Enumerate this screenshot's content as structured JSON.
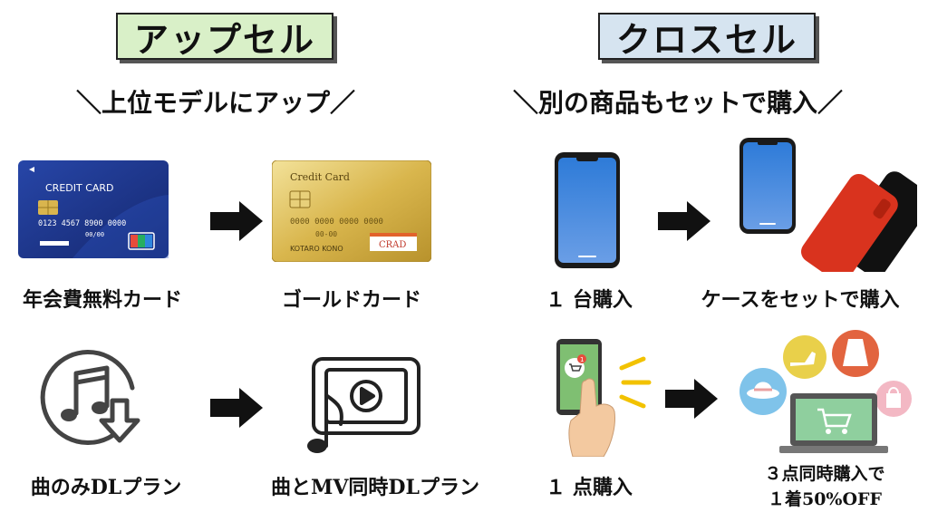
{
  "left": {
    "title": "アップセル",
    "subtitle": "＼上位モデルにアップ／",
    "row1": {
      "before_label": "年会費無料カード",
      "after_label": "ゴールドカード",
      "card_blue": {
        "brand": "CREDIT CARD",
        "number": "0123  4567  8900  0000",
        "expiry": "00/00"
      },
      "card_gold": {
        "brand": "Credit Card",
        "number": "0000  0000  0000  0000",
        "expiry": "00-00",
        "holder": "KOTARO KONO",
        "badge": "CRAD"
      }
    },
    "row2": {
      "before_label": "曲のみDLプラン",
      "after_label": "曲とMV同時DLプラン"
    }
  },
  "right": {
    "title": "クロスセル",
    "subtitle": "＼別の商品もセットで購入／",
    "row1": {
      "before_label": "１ 台購入",
      "after_label": "ケースをセットで購入"
    },
    "row2": {
      "before_label": "１ 点購入",
      "after_label_line1": "３点同時購入で",
      "after_label_line2": "１着50%OFF",
      "cart_badge": "1"
    }
  },
  "colors": {
    "upsell_title_bg": "#d9f0c8",
    "crosssell_title_bg": "#d6e4f0",
    "arrow": "#111111",
    "card_blue": "#1f3a93",
    "card_gold": "#d4b24a"
  }
}
